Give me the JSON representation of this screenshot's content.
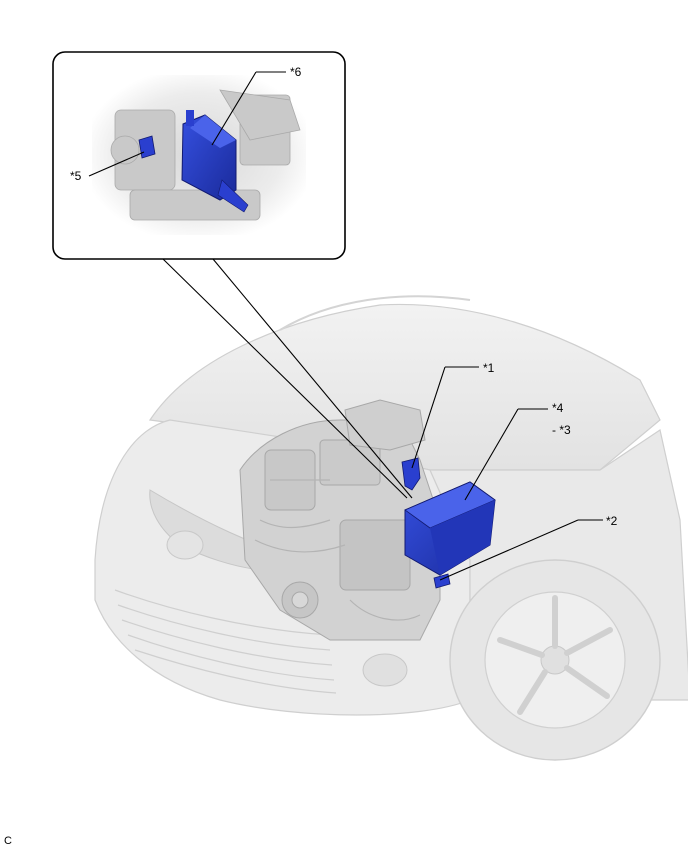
{
  "callouts": {
    "c1": "*1",
    "c2": "*2",
    "c3": "- *3",
    "c4": "*4",
    "c5": "*5",
    "c6": "*6"
  },
  "figure_code": "C",
  "colors": {
    "component_blue": "#2a3fcf",
    "component_dark": "#1a2a9a",
    "car_body": "#e8e8e8",
    "car_outline": "#c8c8c8",
    "engine_gray": "#c4c4c4",
    "leader_line": "#000000"
  }
}
